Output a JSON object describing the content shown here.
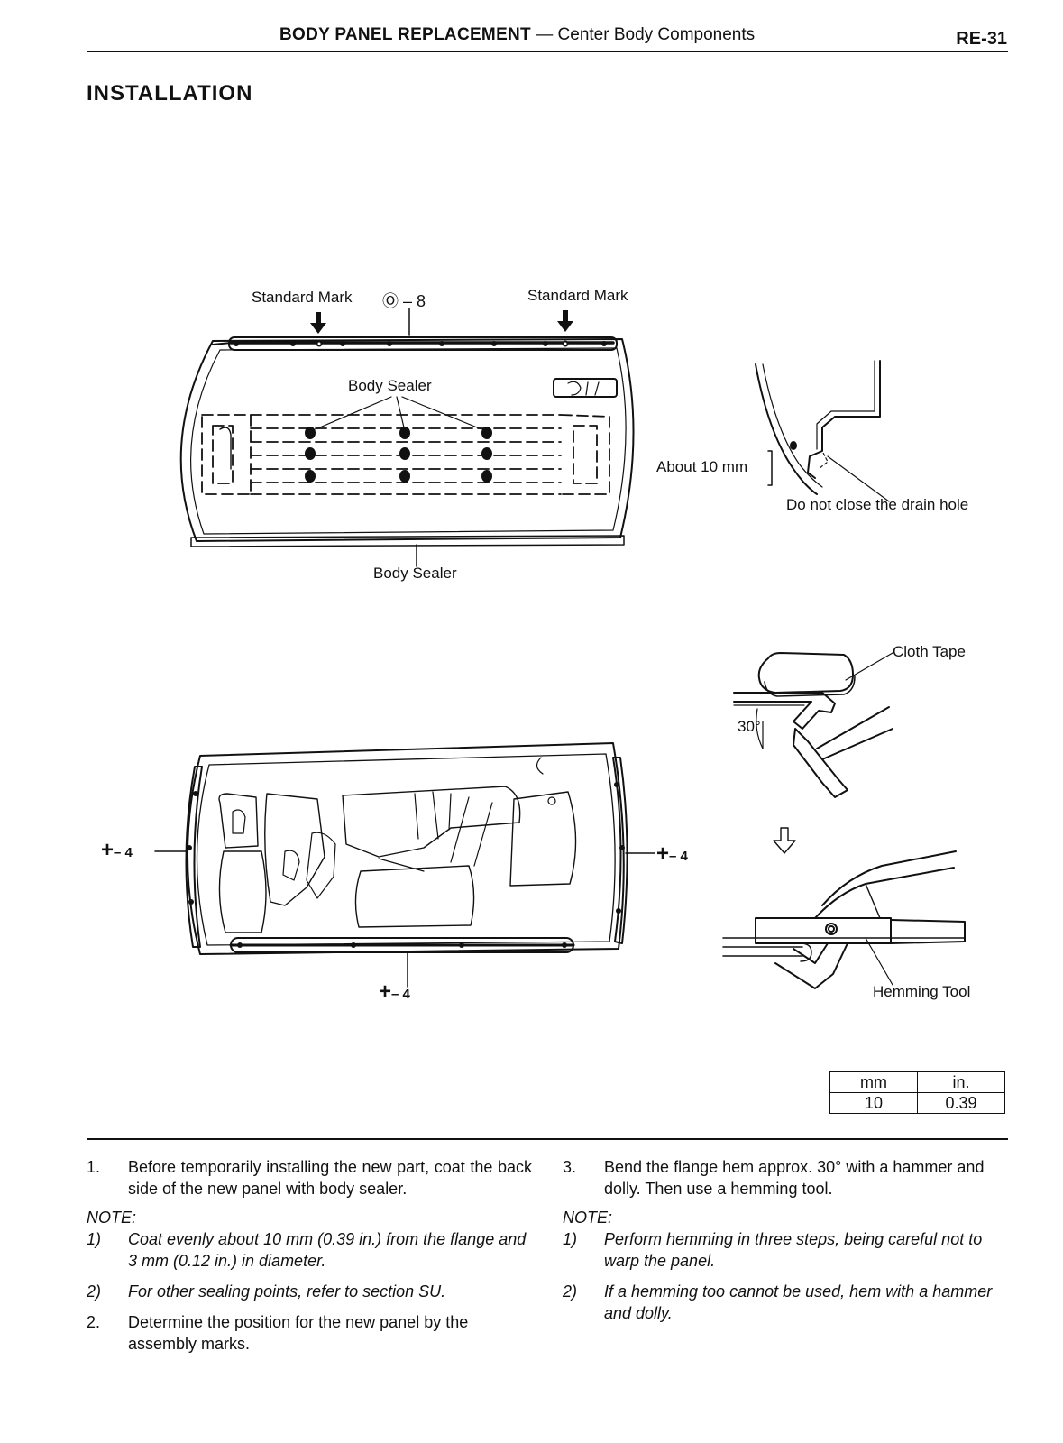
{
  "header": {
    "title_bold": "BODY PANEL REPLACEMENT",
    "title_rest": " — Center Body Components",
    "page": "RE-31"
  },
  "section_title": "INSTALLATION",
  "figure1": {
    "std_mark_left": "Standard Mark",
    "torque_label": "Ⓞ – 8",
    "std_mark_right": "Standard Mark",
    "body_sealer_top": "Body Sealer",
    "body_sealer_bottom": "Body Sealer",
    "about": "About 10 mm",
    "drain": "Do not close the drain hole"
  },
  "figure2": {
    "cloth_tape": "Cloth Tape",
    "angle": "30°",
    "hemming_tool": "Hemming Tool",
    "weld_left": "– 4",
    "weld_right": "– 4",
    "weld_bottom": "– 4"
  },
  "spec_table": {
    "headers": [
      "mm",
      "in."
    ],
    "rows": [
      [
        "10",
        "0.39"
      ]
    ]
  },
  "text": {
    "left": {
      "step1_num": "1.",
      "step1": "Before temporarily installing the new part, coat the back side of the new panel with body sealer.",
      "note": "NOTE:",
      "n1_num": "1)",
      "n1": "Coat evenly about 10 mm (0.39 in.) from the flange and 3 mm (0.12 in.) in diameter.",
      "n2_num": "2)",
      "n2": "For other sealing points, refer to section SU.",
      "step2_num": "2.",
      "step2": "Determine the position for the new panel by the assembly marks."
    },
    "right": {
      "step3_num": "3.",
      "step3": "Bend the flange hem approx. 30° with a hammer and dolly. Then use a hemming tool.",
      "note": "NOTE:",
      "n1_num": "1)",
      "n1": "Perform hemming in three steps, being careful not to warp the panel.",
      "n2_num": "2)",
      "n2": "If a hemming too cannot be used, hem with a hammer and dolly."
    }
  }
}
